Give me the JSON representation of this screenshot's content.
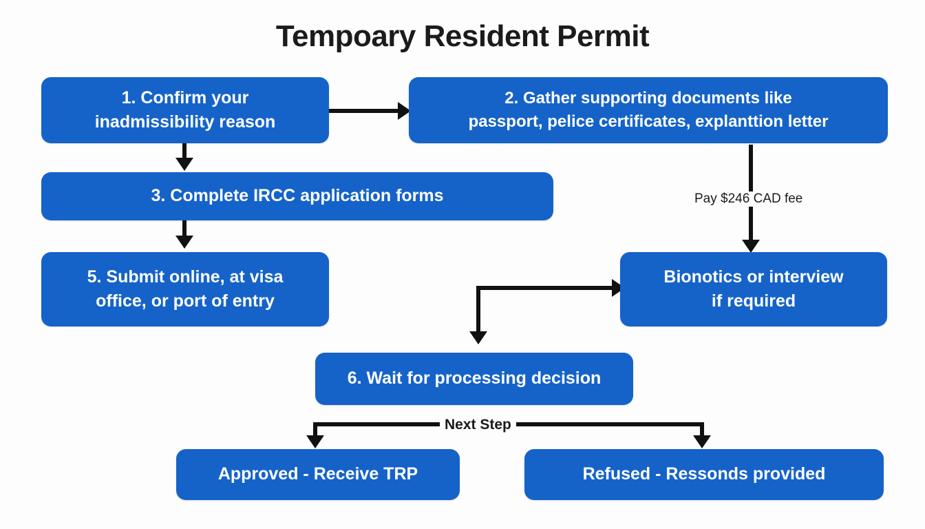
{
  "diagram": {
    "title": "Tempoary Resident Permit",
    "accent_color": "#1563c9",
    "line_color": "#111111",
    "background_color": "#fdfdfd",
    "text_color": "#ffffff",
    "nodes": [
      {
        "id": "step1",
        "line1": "1. Confirm your",
        "line2": "inadmissibility reason"
      },
      {
        "id": "step2",
        "line1": "2. Gather supporting documents like",
        "line2": "passport, pelice certificates, explanttion letter"
      },
      {
        "id": "step3",
        "line1": "3. Complete IRCC application forms",
        "line2": ""
      },
      {
        "id": "step5",
        "line1": "5. Submit online, at visa",
        "line2": "office, or port of entry"
      },
      {
        "id": "biometrics",
        "line1": "Bionotics or interview",
        "line2": "if required"
      },
      {
        "id": "step6",
        "line1": "6. Wait for processing decision",
        "line2": ""
      },
      {
        "id": "approved",
        "line1": "Approved - Receive TRP",
        "line2": ""
      },
      {
        "id": "refused",
        "line1": "Refused - Ressonds provided",
        "line2": ""
      }
    ],
    "edge_labels": {
      "fee": "Pay $246 CAD fee",
      "next_step": "Next Step"
    }
  }
}
